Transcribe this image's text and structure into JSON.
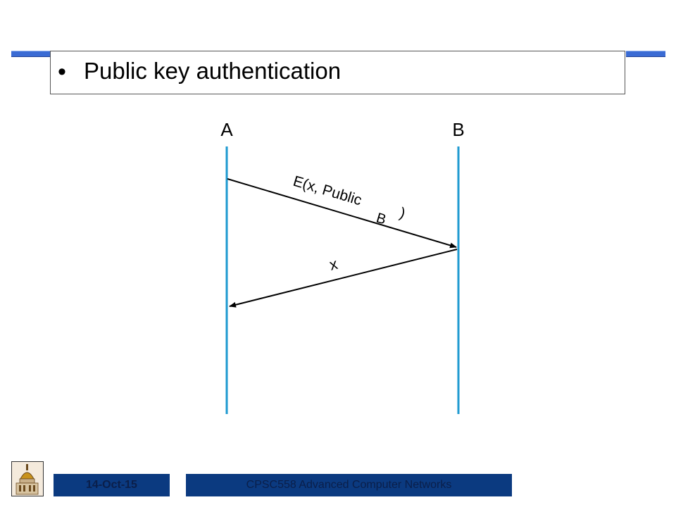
{
  "slide": {
    "bullet": "•",
    "title": "Public key authentication"
  },
  "diagram": {
    "party_a": "A",
    "party_b": "B",
    "message_1_main": "E(x, Public",
    "message_1_sub": "B",
    "message_1_close": ")",
    "message_2": "x",
    "line_color": "#1e9ad0"
  },
  "footer": {
    "date": "14-Oct-15",
    "course": "CPSC558 Advanced Computer Networks"
  },
  "colors": {
    "accent_bar": "#3a6bd4",
    "footer_bg": "#0b3a80"
  }
}
